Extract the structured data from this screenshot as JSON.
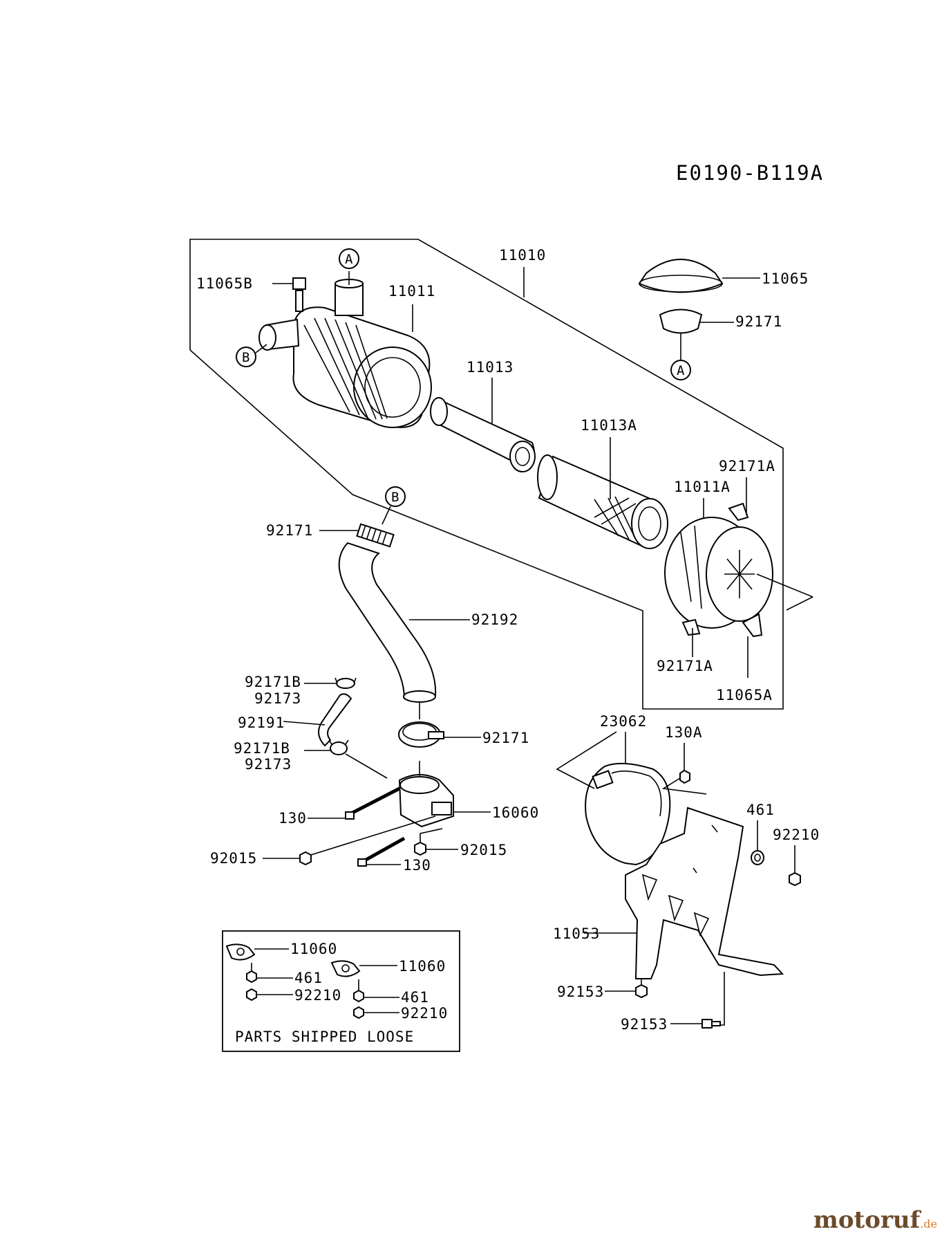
{
  "diagram_code": "E0190-B119A",
  "labels": {
    "p11010": "11010",
    "p11011": "11011",
    "p11065B": "11065B",
    "p11065": "11065",
    "p92171_top": "92171",
    "p11013": "11013",
    "p11013A": "11013A",
    "p92171A_top": "92171A",
    "p11011A": "11011A",
    "p92171_hose": "92171",
    "p92192": "92192",
    "p92171A_bot": "92171A",
    "p11065A": "11065A",
    "p92171B": "92171B",
    "p92173_a": "92173",
    "p92191": "92191",
    "p92171B_b": "92171B",
    "p92173_b": "92173",
    "p92171_clamp": "92171",
    "p23062": "23062",
    "p130A": "130A",
    "p130_a": "130",
    "p16060": "16060",
    "p461_right": "461",
    "p92210_right": "92210",
    "p92015_a": "92015",
    "p92015_b": "92015",
    "p130_b": "130",
    "p11053": "11053",
    "p92153_a": "92153",
    "p92153_b": "92153",
    "p11060_a": "11060",
    "p11060_b": "11060",
    "p461_a": "461",
    "p92210_a": "92210",
    "p461_b": "461",
    "p92210_b": "92210"
  },
  "circle_refs": {
    "a_top": "A",
    "b_left": "B",
    "a_right": "A",
    "b_hose": "B"
  },
  "loose_parts_caption": "PARTS SHIPPED LOOSE",
  "watermark": {
    "brand": "motoruf",
    "tld": ".de",
    "brand_color": "#6b4a2a",
    "tld_color": "#e07a1a"
  }
}
